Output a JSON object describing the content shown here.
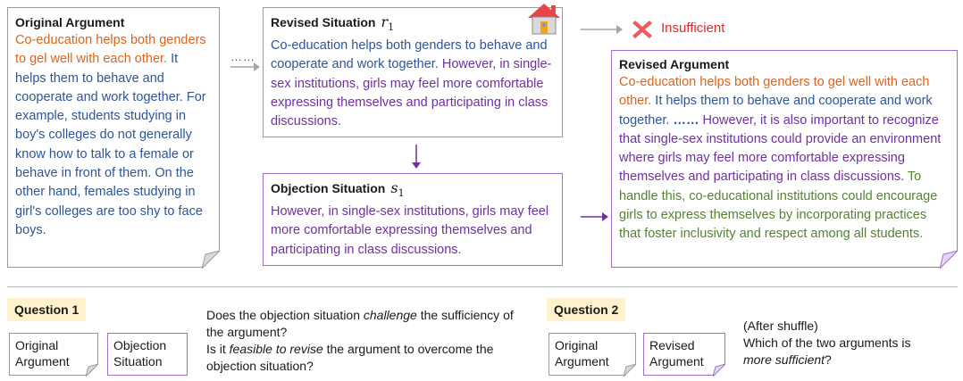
{
  "original": {
    "title": "Original Argument",
    "orange": "Co-education helps both genders to gel well with each other.",
    "blue": " It helps them to behave and cooperate and work together. For example, students studying in boy's colleges do not generally know how to talk to a female or behave in front of them. On the other hand, females studying in girl's colleges are too shy to face boys."
  },
  "revised_situation": {
    "title": "Revised Situation",
    "var": "r",
    "sub": "1",
    "blue": "Co-education helps both genders to behave and cooperate and work together.",
    "purple": " However, in single-sex institutions, girls may feel more comfortable expressing themselves and participating in class discussions."
  },
  "objection_situation": {
    "title": "Objection Situation",
    "var": "s",
    "sub": "1",
    "purple": "However, in single-sex institutions, girls may feel more comfortable expressing themselves and participating in class discussions."
  },
  "dots_label": "……",
  "insufficient_label": "Insufficient",
  "revised_argument": {
    "title": "Revised Argument",
    "orange": "Co-education helps both genders to gel well with each other.",
    "blue": " It helps them to behave and cooperate and work together. ",
    "dots": "……",
    "purple": " However, it is also important to recognize that single-sex institutions could provide an environment where girls may feel more comfortable expressing themselves and participating in class discussions.",
    "green": " To handle this, co-educational institutions could encourage girls to express themselves by incorporating practices that foster inclusivity and respect among all students."
  },
  "question1": {
    "label": "Question 1",
    "box1": "Original Argument",
    "box2": "Objection Situation",
    "line1_pre": "Does the objection situation ",
    "line1_em": "challenge",
    "line1_post": " the sufficiency of the argument?",
    "line2_pre": "Is it ",
    "line2_em": "feasible to revise",
    "line2_post": " the argument to overcome the objection situation?"
  },
  "question2": {
    "label": "Question 2",
    "box1": "Original Argument",
    "box2": "Revised Argument",
    "line1": "(After shuffle)",
    "line2_pre": "Which of the two arguments is ",
    "line2_em": "more sufficient",
    "line2_post": "?"
  },
  "colors": {
    "orange": "#d9651e",
    "blue": "#2f5597",
    "purple": "#7030a0",
    "green": "#548235",
    "highlight": "#fff2cc",
    "red": "#e8454a"
  },
  "icons": [
    "house-icon",
    "red-x-icon",
    "folded-corner-icon"
  ]
}
